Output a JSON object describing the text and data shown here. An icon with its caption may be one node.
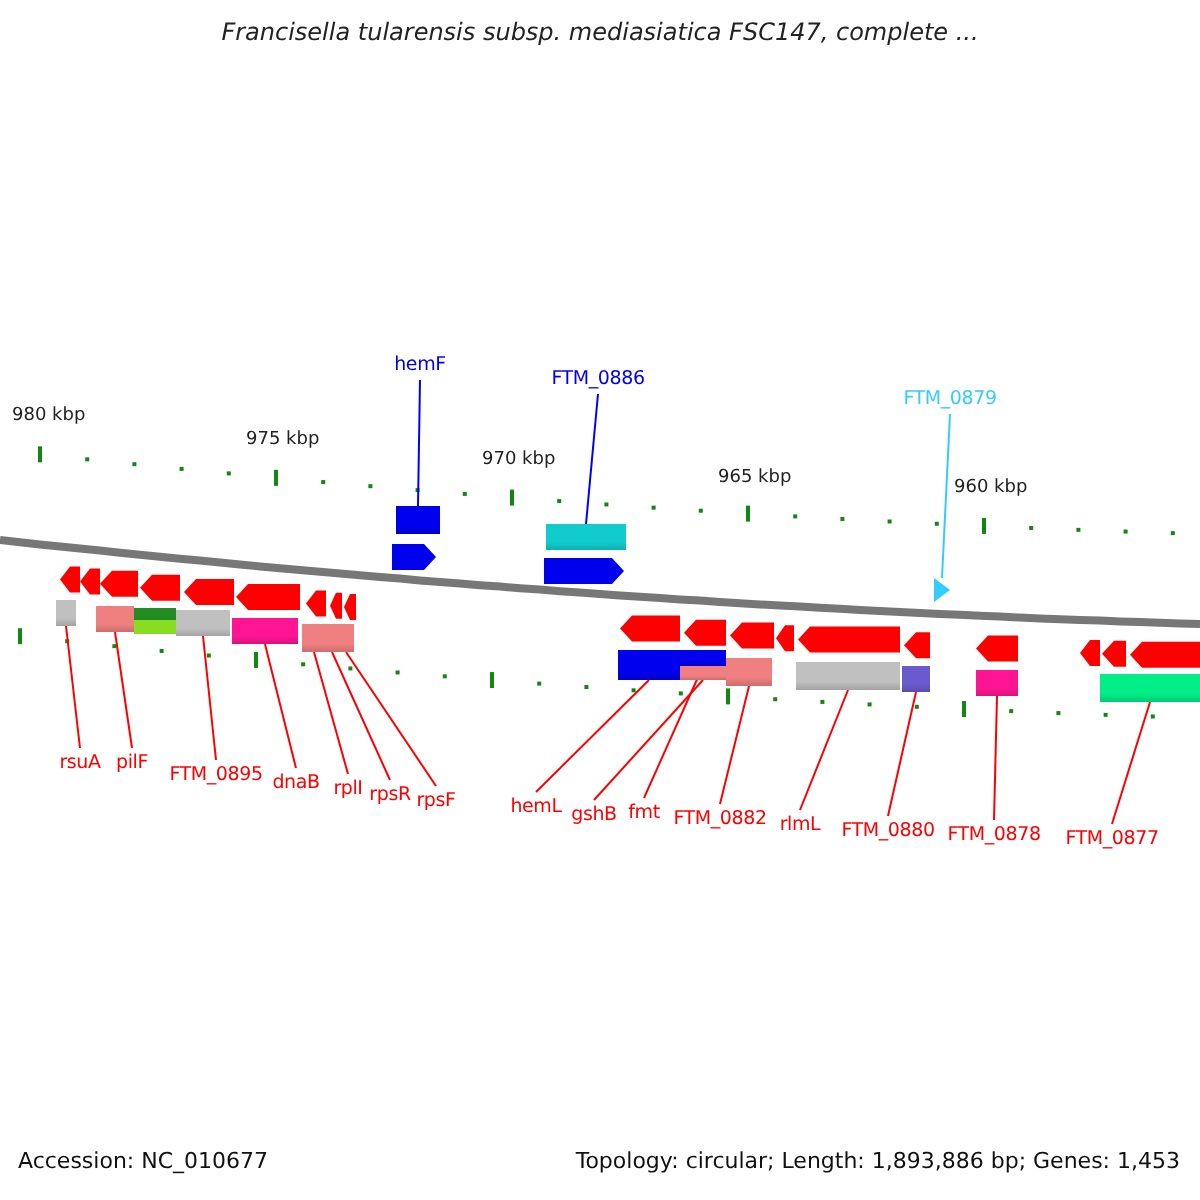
{
  "diagram": {
    "title": "Francisella tularensis subsp. mediasiatica FSC147, complete ...",
    "nodes": [
      {
        "text": [
          "hemF"
        ]
      },
      {
        "text": [],
        "shape": "box"
      },
      {
        "text": [
          "FTM_0886"
        ]
      },
      {
        "text": [],
        "shape": "box"
      },
      {
        "text": [
          "FTM_0879"
        ]
      },
      {
        "text": [],
        "shape": "triangle"
      },
      {
        "text": [
          "rsuA"
        ]
      },
      {
        "text": [],
        "shape": "box"
      },
      {
        "text": [
          "pilF"
        ]
      },
      {
        "text": [],
        "shape": "box"
      },
      {
        "text": [
          "FTM_0895"
        ]
      },
      {
        "text": [],
        "shape": "box"
      },
      {
        "text": [
          "dnaB"
        ]
      },
      {
        "text": [],
        "shape": "box"
      },
      {
        "text": [
          "rplI"
        ]
      },
      {
        "text": [],
        "shape": "box"
      },
      {
        "text": [
          "rpsR"
        ]
      },
      {
        "text": [],
        "shape": "box"
      },
      {
        "text": [
          "rpsF"
        ]
      },
      {
        "text": [],
        "shape": "box"
      },
      {
        "text": [
          "hemL"
        ]
      },
      {
        "text": [],
        "shape": "box"
      },
      {
        "text": [
          "gshB"
        ]
      },
      {
        "text": [],
        "shape": "box"
      },
      {
        "text": [
          "fmt"
        ]
      },
      {
        "text": [],
        "shape": "box"
      },
      {
        "text": [
          "FTM_0882"
        ]
      },
      {
        "text": [],
        "shape": "box"
      },
      {
        "text": [
          "rlmL"
        ]
      },
      {
        "text": [],
        "shape": "box"
      },
      {
        "text": [
          "FTM_0880"
        ]
      },
      {
        "text": [],
        "shape": "box"
      },
      {
        "text": [
          "FTM_0878"
        ]
      },
      {
        "text": [],
        "shape": "box"
      },
      {
        "text": [
          "FTM_0877"
        ]
      },
      {
        "text": [],
        "shape": "box"
      }
    ],
    "edges": [
      {
        "from": 0,
        "to": 1,
        "arrow": "none",
        "color": "#0000ff"
      },
      {
        "from": 2,
        "to": 3,
        "arrow": "none",
        "color": "#0000ff"
      },
      {
        "from": 4,
        "to": 5,
        "arrow": "none",
        "color": "#33ccff"
      },
      {
        "from": 6,
        "to": 7,
        "arrow": "none"
      },
      {
        "from": 8,
        "to": 9,
        "arrow": "none"
      },
      {
        "from": 10,
        "to": 11,
        "arrow": "none"
      },
      {
        "from": 12,
        "to": 13,
        "arrow": "none"
      },
      {
        "from": 14,
        "to": 15,
        "arrow": "none"
      },
      {
        "from": 16,
        "to": 17,
        "arrow": "none"
      },
      {
        "from": 18,
        "to": 19,
        "arrow": "none"
      },
      {
        "from": 20,
        "to": 21,
        "arrow": "none"
      },
      {
        "from": 22,
        "to": 23,
        "arrow": "none"
      },
      {
        "from": 24,
        "to": 25,
        "arrow": "none"
      },
      {
        "from": 26,
        "to": 27,
        "arrow": "none"
      },
      {
        "from": 28,
        "to": 29,
        "arrow": "none"
      },
      {
        "from": 30,
        "to": 31,
        "arrow": "none"
      },
      {
        "from": 32,
        "to": 33,
        "arrow": "none"
      },
      {
        "from": 34,
        "to": 35,
        "arrow": "none"
      }
    ],
    "labels": [
      "980 kbp",
      "975 kbp",
      "970 kbp",
      "965 kbp",
      "960 kbp",
      "Accession: NC_010677",
      "Topology: circular; Length: 1,893,886 bp; Genes: 1,453"
    ]
  }
}
